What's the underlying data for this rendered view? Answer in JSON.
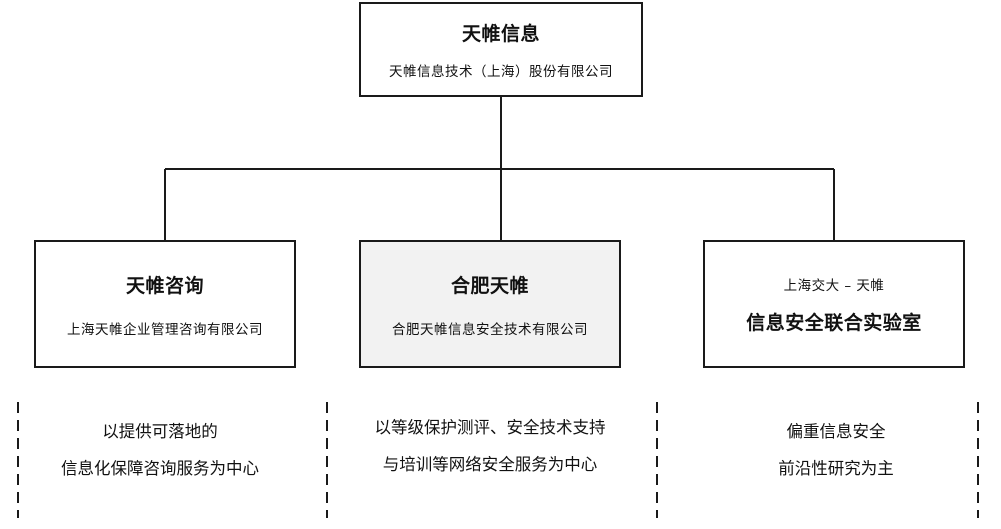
{
  "root": {
    "title": "天帷信息",
    "subtitle": "天帷信息技术（上海）股份有限公司"
  },
  "branches": [
    {
      "title": "天帷咨询",
      "subtitle": "上海天帷企业管理咨询有限公司",
      "shaded": false
    },
    {
      "title": "合肥天帷",
      "subtitle": "合肥天帷信息安全技术有限公司",
      "shaded": true
    },
    {
      "title": "信息安全联合实验室",
      "subtitle": "上海交大 – 天帷",
      "shaded": false
    }
  ],
  "descriptions": [
    {
      "line1": "以提供可落地的",
      "line2": "信息化保障咨询服务为中心"
    },
    {
      "line1": "以等级保护测评、安全技术支持",
      "line2": "与培训等网络安全服务为中心"
    },
    {
      "line1": "偏重信息安全",
      "line2": "前沿性研究为主"
    }
  ],
  "colors": {
    "border": "#1a1a1a",
    "shaded_fill": "#f2f2f2",
    "text": "#111111"
  }
}
